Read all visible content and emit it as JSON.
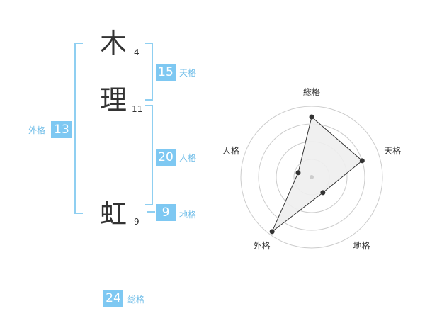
{
  "name_chars": [
    {
      "char": "木",
      "strokes": "4"
    },
    {
      "char": "理",
      "strokes": "11"
    },
    {
      "char": "虹",
      "strokes": "9"
    }
  ],
  "fortunes": {
    "tenkaku": {
      "value": "15",
      "label": "天格"
    },
    "jinkaku": {
      "value": "20",
      "label": "人格"
    },
    "chikaku": {
      "value": "9",
      "label": "地格"
    },
    "gaikaku": {
      "value": "13",
      "label": "外格"
    },
    "soukaku": {
      "value": "24",
      "label": "総格"
    }
  },
  "radar": {
    "axes": [
      "総格",
      "天格",
      "地格",
      "外格",
      "人格"
    ],
    "values": [
      0.85,
      0.75,
      0.27,
      0.95,
      0.2
    ],
    "rings": 4,
    "colors": {
      "grid": "#cccccc",
      "fill": "#eeeeee",
      "line": "#333333",
      "center": "#cccccc"
    }
  },
  "colors": {
    "accent": "#7ec8f2",
    "label": "#6fbde8",
    "bracket": "#8fcff1"
  }
}
